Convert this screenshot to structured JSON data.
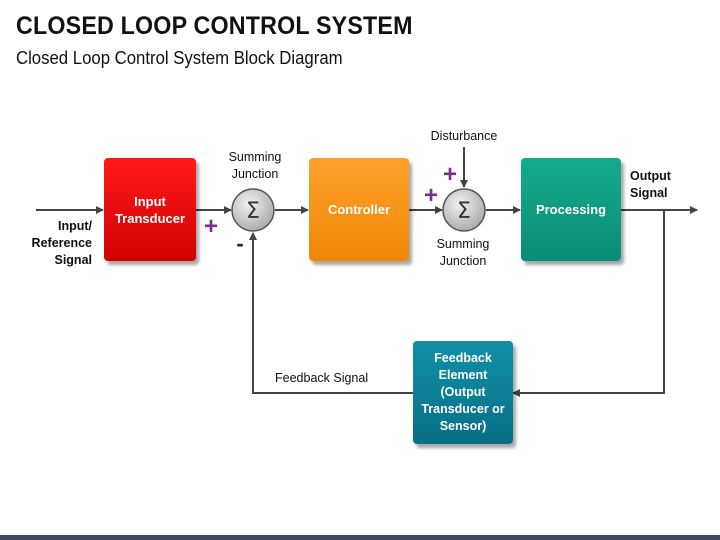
{
  "title": "CLOSED LOOP CONTROL SYSTEM",
  "subtitle": "Closed Loop Control System Block Diagram",
  "colors": {
    "input_transducer": "#e60000",
    "controller": "#f28c0f",
    "processing": "#0f9a80",
    "feedback_element": "#0b7f96",
    "sign_purple": "#7b2d8f",
    "line": "#444444"
  },
  "blocks": {
    "input_transducer": "Input Transducer",
    "controller": "Controller",
    "processing": "Processing",
    "feedback_element": "Feedback Element (Output Transducer or Sensor)"
  },
  "labels": {
    "input_signal": "Input/ Reference Signal",
    "summing1": "Summing Junction",
    "summing2": "Summing Junction",
    "disturbance": "Disturbance",
    "output_signal": "Output Signal",
    "feedback_signal": "Feedback Signal"
  },
  "signs": {
    "sum1_plus": "+",
    "sum1_minus": "-",
    "sum2_plus_left": "+",
    "sum2_plus_top": "+"
  },
  "junction_symbol": "Σ"
}
